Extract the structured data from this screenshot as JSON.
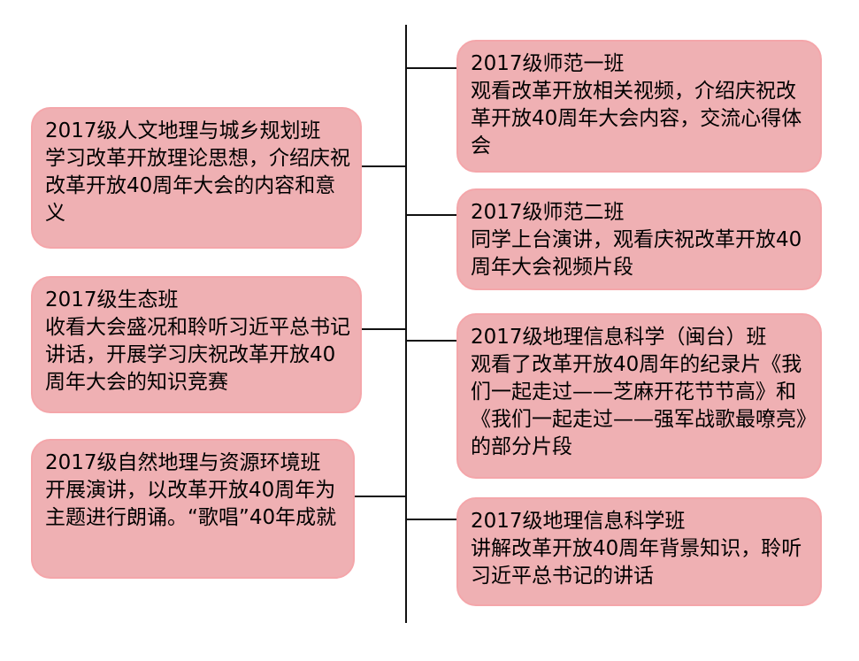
{
  "timeline": {
    "left": [
      {
        "title": "2017级人文地理与城乡规划班",
        "desc": "学习改革开放理论思想，介绍庆祝改革开放40周年大会的内容和意义"
      },
      {
        "title": "2017级生态班",
        "desc": "收看大会盛况和聆听习近平总书记讲话，开展学习庆祝改革开放40周年大会的知识竞赛"
      },
      {
        "title": "2017级自然地理与资源环境班",
        "desc": "开展演讲，以改革开放40周年为主题进行朗诵。“歌唱”40年成就"
      }
    ],
    "right": [
      {
        "title": "2017级师范一班",
        "desc": "观看改革开放相关视频，介绍庆祝改革开放40周年大会内容，交流心得体会"
      },
      {
        "title": "2017级师范二班",
        "desc": "同学上台演讲，观看庆祝改革开放40周年大会视频片段"
      },
      {
        "title": "2017级地理信息科学（闽台）班",
        "desc": "观看了改革开放40周年的纪录片《我们一起走过——芝麻开花节节高》和《我们一起走过——强军战歌最嘹亮》的部分片段"
      },
      {
        "title": "2017级地理信息科学班",
        "desc": "讲解改革开放40周年背景知识，聆听习近平总书记的讲话"
      }
    ]
  },
  "colors": {
    "card_fill": "#efb0b3",
    "card_border": "#f4a6aa",
    "line": "#111111"
  }
}
